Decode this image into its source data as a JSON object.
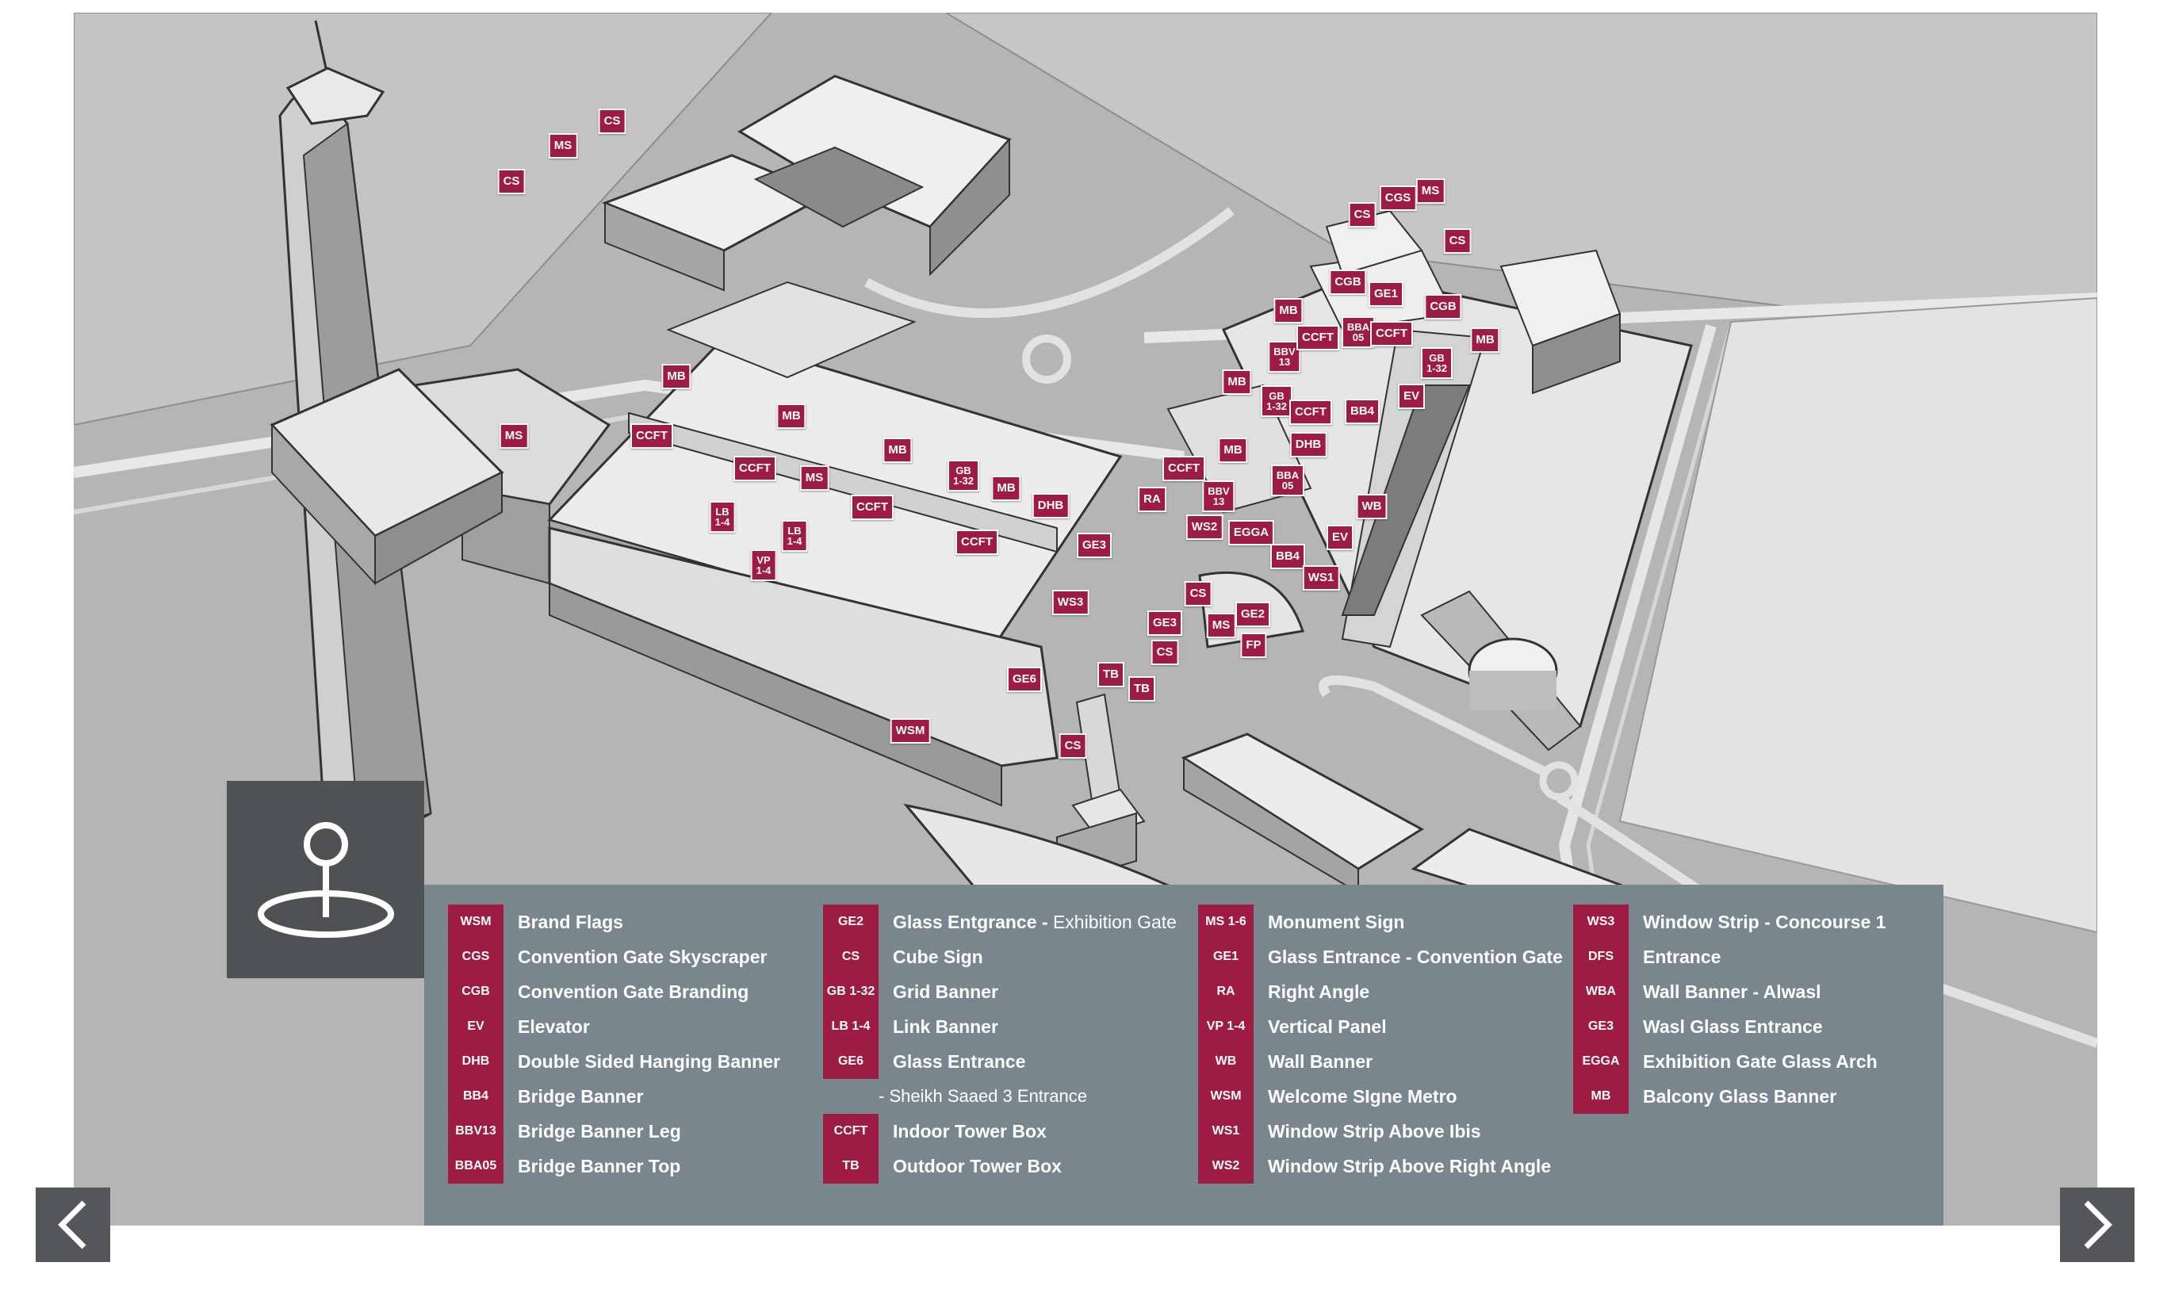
{
  "map": {
    "markers": [
      {
        "code": "CS"
      },
      {
        "code": "MS"
      },
      {
        "code": "CS"
      },
      {
        "code": "MS"
      },
      {
        "code": "CCFT"
      },
      {
        "code": "MB"
      },
      {
        "code": "MB"
      },
      {
        "code": "CCFT"
      },
      {
        "code": "MS"
      },
      {
        "code": "LB\n1-4"
      },
      {
        "code": "LB\n1-4"
      },
      {
        "code": "VP\n1-4"
      },
      {
        "code": "MB"
      },
      {
        "code": "CCFT"
      },
      {
        "code": "GB\n1-32"
      },
      {
        "code": "MB"
      },
      {
        "code": "CCFT"
      },
      {
        "code": "DHB"
      },
      {
        "code": "GE3"
      },
      {
        "code": "RA"
      },
      {
        "code": "WS3"
      },
      {
        "code": "GE6"
      },
      {
        "code": "TB"
      },
      {
        "code": "TB"
      },
      {
        "code": "CS"
      },
      {
        "code": "WSM"
      },
      {
        "code": "CS"
      },
      {
        "code": "CS"
      },
      {
        "code": "GE3"
      },
      {
        "code": "MS"
      },
      {
        "code": "GE2"
      },
      {
        "code": "FP"
      },
      {
        "code": "WS2"
      },
      {
        "code": "EGGA"
      },
      {
        "code": "BB4"
      },
      {
        "code": "WS1"
      },
      {
        "code": "EV"
      },
      {
        "code": "WB"
      },
      {
        "code": "BBA\n05"
      },
      {
        "code": "BBV\n13"
      },
      {
        "code": "CCFT"
      },
      {
        "code": "MB"
      },
      {
        "code": "DHB"
      },
      {
        "code": "GB\n1-32"
      },
      {
        "code": "CCFT"
      },
      {
        "code": "BB4"
      },
      {
        "code": "MB"
      },
      {
        "code": "BBV\n13"
      },
      {
        "code": "CCFT"
      },
      {
        "code": "BBA\n05"
      },
      {
        "code": "CCFT"
      },
      {
        "code": "GB\n1-32"
      },
      {
        "code": "EV"
      },
      {
        "code": "MB"
      },
      {
        "code": "CGB"
      },
      {
        "code": "GE1"
      },
      {
        "code": "CGB"
      },
      {
        "code": "CS"
      },
      {
        "code": "CGS"
      },
      {
        "code": "MS"
      },
      {
        "code": "CS"
      },
      {
        "code": "MB"
      }
    ]
  },
  "pin_icon": "map-pin-icon",
  "legend": {
    "col1": [
      {
        "code": "WSM",
        "label": "Brand Flags"
      },
      {
        "code": "CGS",
        "label": "Convention Gate Skyscraper"
      },
      {
        "code": "CGB",
        "label": "Convention Gate Branding"
      },
      {
        "code": "EV",
        "label": "Elevator"
      },
      {
        "code": "DHB",
        "label": "Double Sided Hanging Banner"
      },
      {
        "code": "BB4",
        "label": "Bridge Banner"
      },
      {
        "code": "BBV13",
        "label": "Bridge Banner Leg"
      },
      {
        "code": "BBA05",
        "label": "Bridge Banner Top"
      }
    ],
    "col2": [
      {
        "code": "GE2",
        "label": "Glass Entgrance -",
        "extra": " Exhibition Gate"
      },
      {
        "code": "CS",
        "label": "Cube Sign"
      },
      {
        "code": "GB 1-32",
        "label": "Grid Banner"
      },
      {
        "code": "LB 1-4",
        "label": "Link Banner"
      },
      {
        "code": "GE6",
        "label": "Glass Entrance"
      },
      {
        "code": "",
        "label": "- Sheikh Saaed 3 Entrance",
        "cont": true
      },
      {
        "code": "CCFT",
        "label": "Indoor Tower Box"
      },
      {
        "code": "TB",
        "label": "Outdoor Tower Box"
      }
    ],
    "col3": [
      {
        "code": "MS 1-6",
        "label": "Monument Sign"
      },
      {
        "code": "GE1",
        "label": "Glass Entrance - Convention Gate"
      },
      {
        "code": "RA",
        "label": "Right Angle"
      },
      {
        "code": "VP 1-4",
        "label": "Vertical Panel"
      },
      {
        "code": "WB",
        "label": "Wall Banner"
      },
      {
        "code": "WSM",
        "label": "Welcome SIgne Metro"
      },
      {
        "code": "WS1",
        "label": "Window Strip Above Ibis"
      },
      {
        "code": "WS2",
        "label": "Window Strip Above Right Angle"
      }
    ],
    "col4": [
      {
        "code": "WS3",
        "label": "Window Strip - Concourse 1"
      },
      {
        "code": "DFS",
        "label": "Entrance"
      },
      {
        "code": "WBA",
        "label": "Wall Banner - Alwasl"
      },
      {
        "code": "GE3",
        "label": "Wasl Glass Entrance"
      },
      {
        "code": "EGGA",
        "label": "Exhibition Gate Glass Arch"
      },
      {
        "code": "MB",
        "label": "Balcony Glass Banner"
      }
    ]
  },
  "nav": {
    "prev_icon": "chevron-left-icon",
    "next_icon": "chevron-right-icon"
  },
  "colors": {
    "marker": "#9e1b43",
    "legend_bg": "#79868e",
    "icon_box": "#505153"
  }
}
